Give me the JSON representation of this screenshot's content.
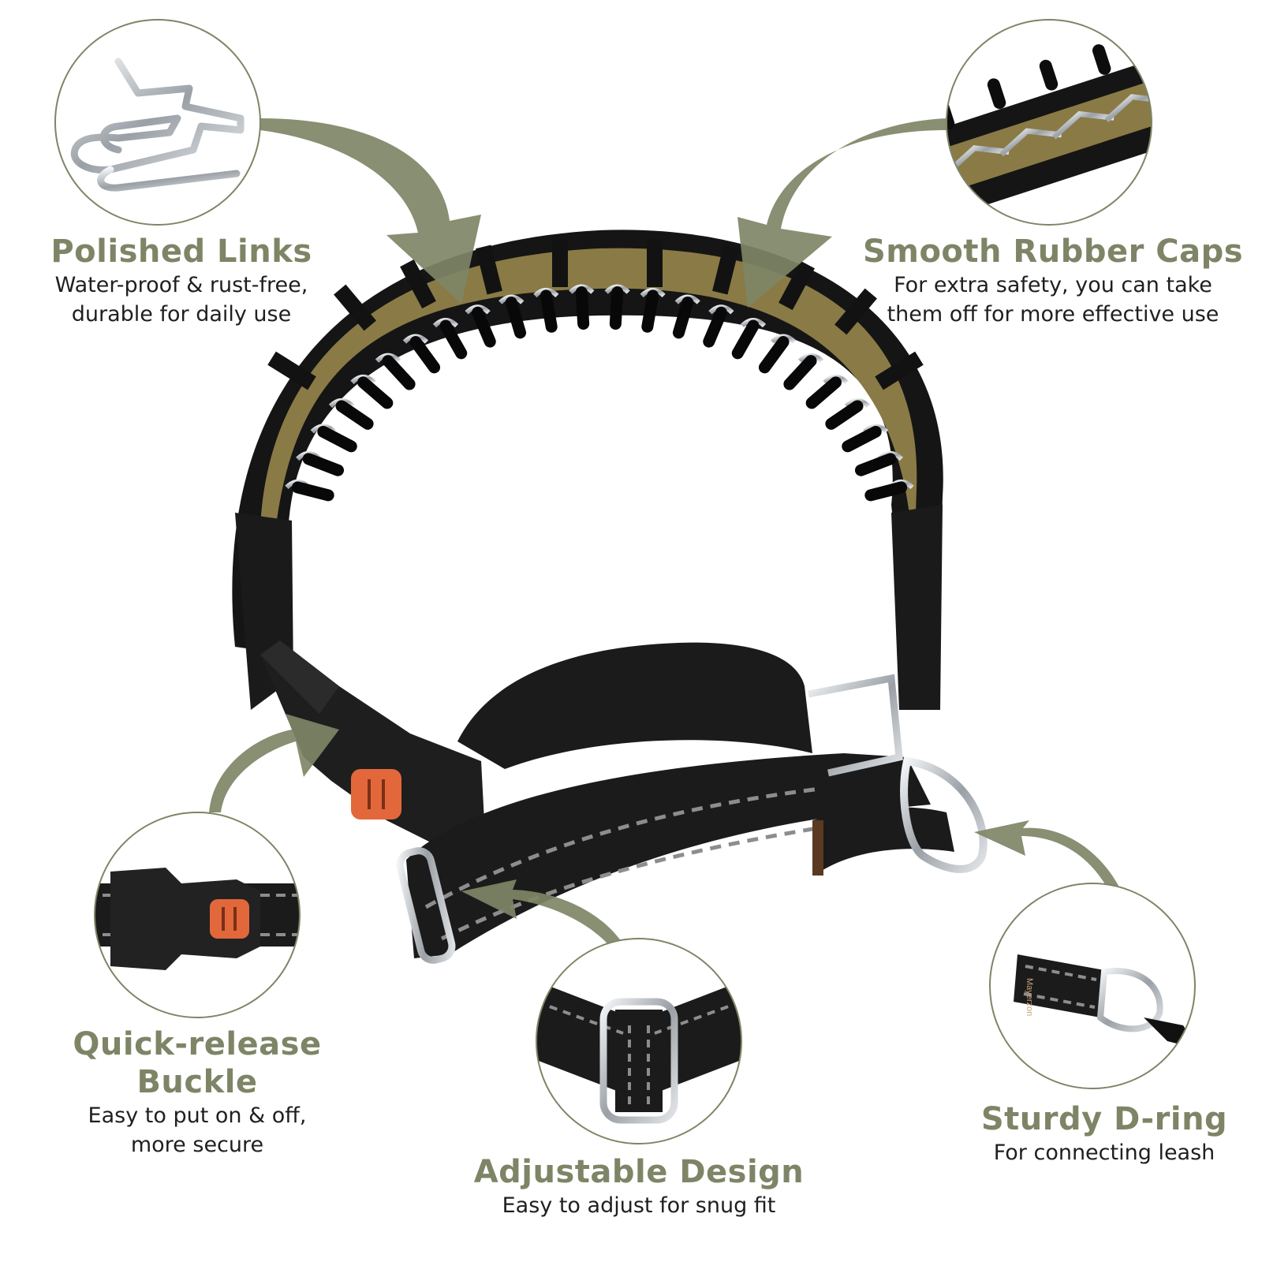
{
  "theme": {
    "accent": "#7e8566",
    "olive": "#8a7a45",
    "webbing": "#1b1b1b",
    "steel": "#c7cbcf",
    "buckle_button": "#e2683c"
  },
  "features": {
    "polished_links": {
      "title": "Polished Links",
      "desc_line1": "Water-proof & rust-free,",
      "desc_line2": "durable for daily use",
      "icon": "metal-link-icon"
    },
    "rubber_caps": {
      "title": "Smooth Rubber Caps",
      "desc_line1": "For extra safety, you can take",
      "desc_line2": "them off for more effective use",
      "icon": "rubber-cap-icon"
    },
    "buckle": {
      "title": "Quick-release Buckle",
      "desc_line1": "Easy to put on & off,",
      "desc_line2": "more secure",
      "icon": "buckle-icon"
    },
    "adjustable": {
      "title": "Adjustable Design",
      "desc_line1": "Easy to adjust for snug fit",
      "icon": "slider-buckle-icon"
    },
    "d_ring": {
      "title": "Sturdy D-ring",
      "desc_line1": "For connecting leash",
      "icon": "d-ring-icon"
    }
  },
  "brand_tag": "Mayerzon"
}
